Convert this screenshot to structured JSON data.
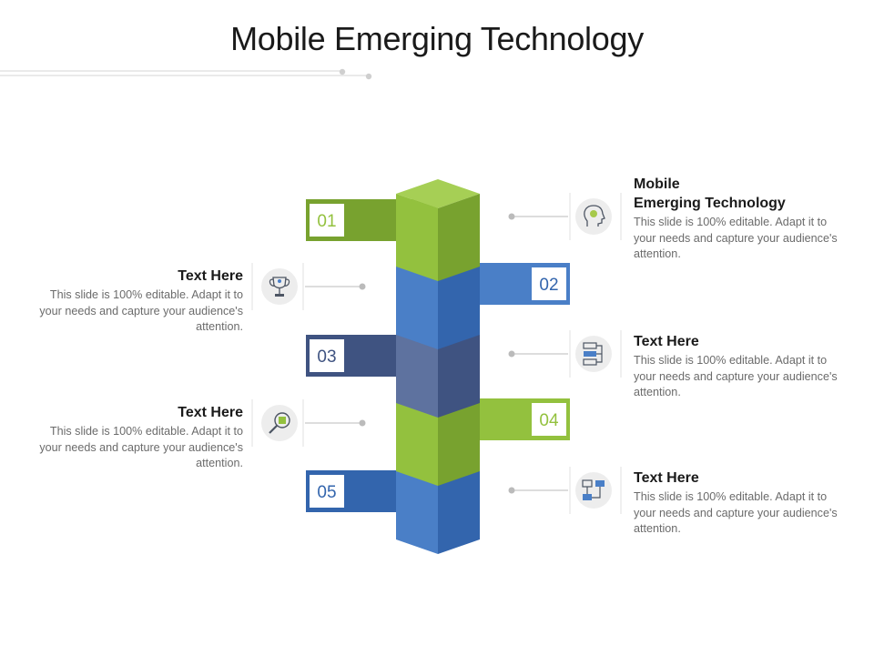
{
  "title": "Mobile Emerging Technology",
  "colors": {
    "green_light": "#93c13e",
    "green_dark": "#78a22f",
    "blue_light": "#4a7fc7",
    "blue_dark": "#3365ad",
    "navy_light": "#5e729f",
    "navy_dark": "#3f5381",
    "icon_bg": "#ededed",
    "connector": "#bbbbbb"
  },
  "steps": [
    {
      "number": "01",
      "color": "green",
      "side": "right",
      "icon": "lightbulb-head-icon",
      "heading": "Mobile\nEmerging Technology",
      "body": "This slide is 100% editable. Adapt it to your needs and capture your audience's attention."
    },
    {
      "number": "02",
      "color": "blue",
      "side": "left",
      "icon": "trophy-icon",
      "heading": "Text Here",
      "body": "This slide is 100% editable. Adapt it to your needs and capture your audience's attention."
    },
    {
      "number": "03",
      "color": "navy",
      "side": "right",
      "icon": "flowchart-icon",
      "heading": "Text Here",
      "body": "This slide is 100% editable. Adapt it to your needs and capture your audience's attention."
    },
    {
      "number": "04",
      "color": "green",
      "side": "left",
      "icon": "magnifier-chip-icon",
      "heading": "Text Here",
      "body": "This slide is 100% editable. Adapt it to your needs and capture your audience's attention."
    },
    {
      "number": "05",
      "color": "blue",
      "side": "right",
      "icon": "devices-network-icon",
      "heading": "Text Here",
      "body": "This slide is 100% editable. Adapt it to your needs and capture your audience's attention."
    }
  ]
}
